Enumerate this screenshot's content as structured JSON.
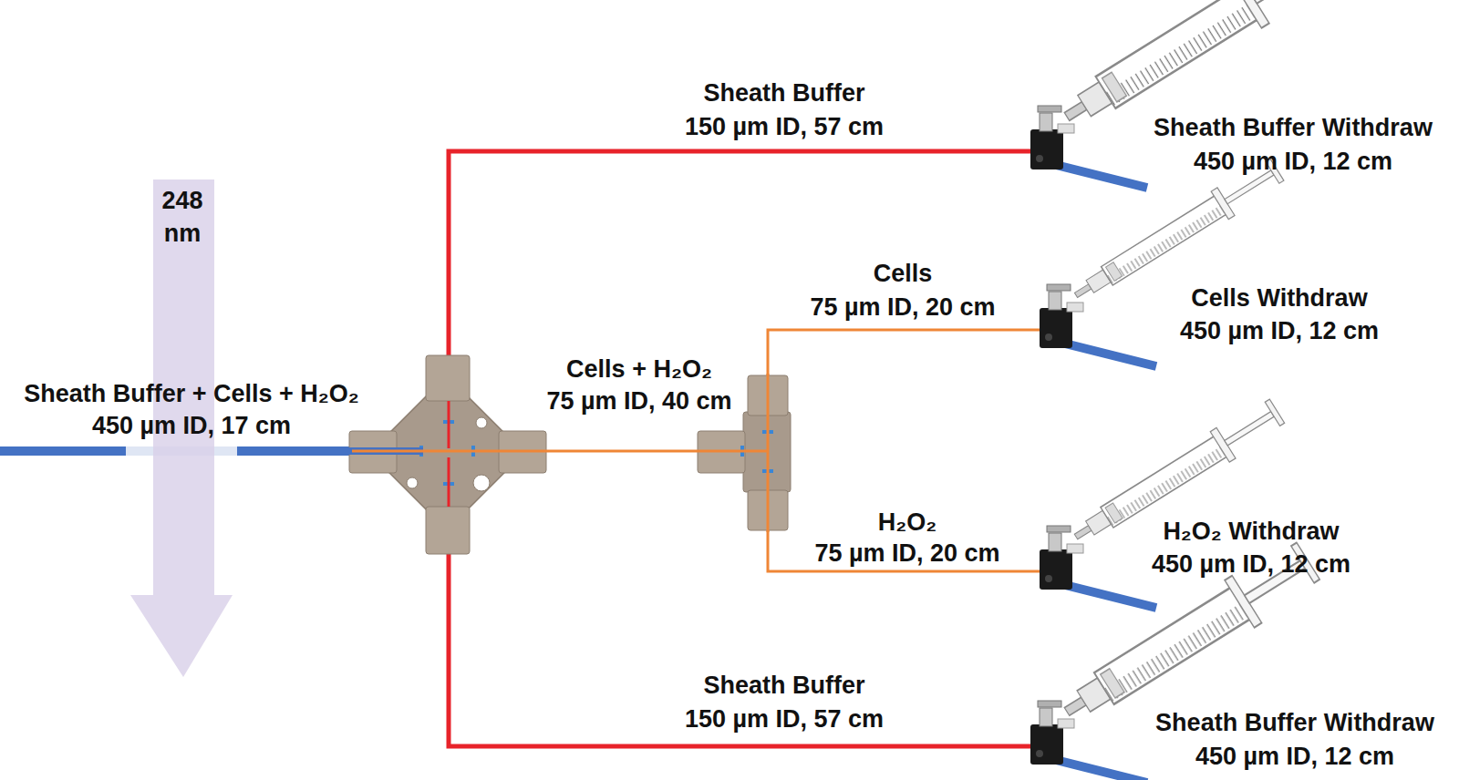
{
  "diagram": {
    "labels": [
      "Sheath Buffer",
      "150 µm ID, 57 cm",
      "Sheath Buffer Withdraw",
      "450 µm ID, 12 cm",
      "248 nm",
      "Cells",
      "75 µm ID, 20 cm",
      "Cells Withdraw",
      "450 µm ID, 12 cm",
      "Cells + H₂O₂",
      "75 µm ID, 40 cm",
      "Sheath Buffer + Cells + H₂O₂",
      "450 µm ID, 17 cm",
      "H₂O₂",
      "75 µm ID, 20 cm",
      "H₂O₂ Withdraw",
      "450 µm ID, 12 cm",
      "Sheath Buffer",
      "150 µm ID, 57 cm",
      "Sheath Buffer Withdraw",
      "450 µm ID, 12 cm"
    ]
  }
}
